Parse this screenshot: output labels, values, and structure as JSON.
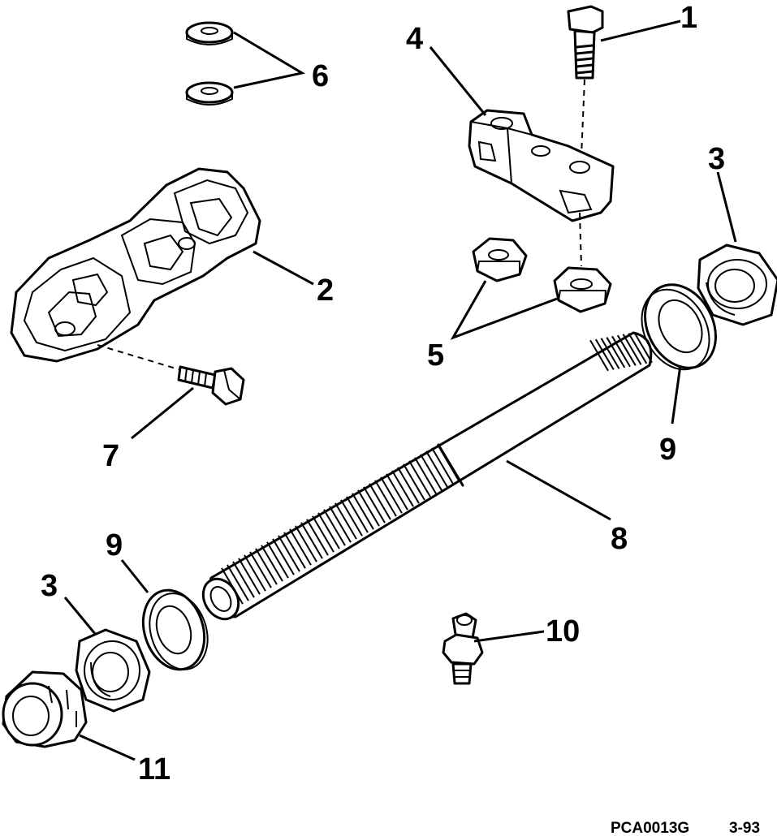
{
  "callouts": {
    "c1": "1",
    "c2": "2",
    "c3a": "3",
    "c3b": "3",
    "c4": "4",
    "c5": "5",
    "c6": "6",
    "c7": "7",
    "c8": "8",
    "c9a": "9",
    "c9b": "9",
    "c10": "10",
    "c11": "11"
  },
  "footer": {
    "code": "PCA0013G",
    "page": "3-93"
  }
}
